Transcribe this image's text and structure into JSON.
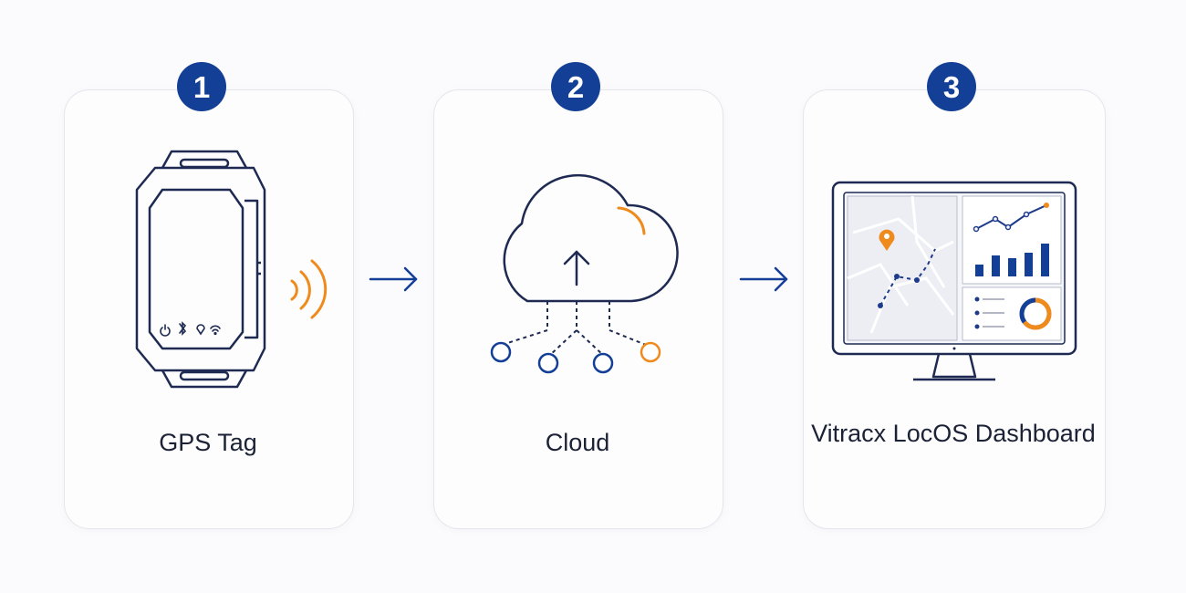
{
  "steps": [
    {
      "number": "1",
      "label": "GPS Tag"
    },
    {
      "number": "2",
      "label": "Cloud"
    },
    {
      "number": "3",
      "label": "Vitracx LocOS Dashboard"
    }
  ],
  "colors": {
    "navy": "#143f96",
    "outline": "#1e2a52",
    "accent": "#ef8a1c",
    "card_border": "#e4e6ee",
    "text": "#1c2236"
  },
  "icons": [
    "gps-tag-device-icon",
    "signal-waves-icon",
    "cloud-upload-icon",
    "monitor-dashboard-icon",
    "arrow-right-icon"
  ]
}
